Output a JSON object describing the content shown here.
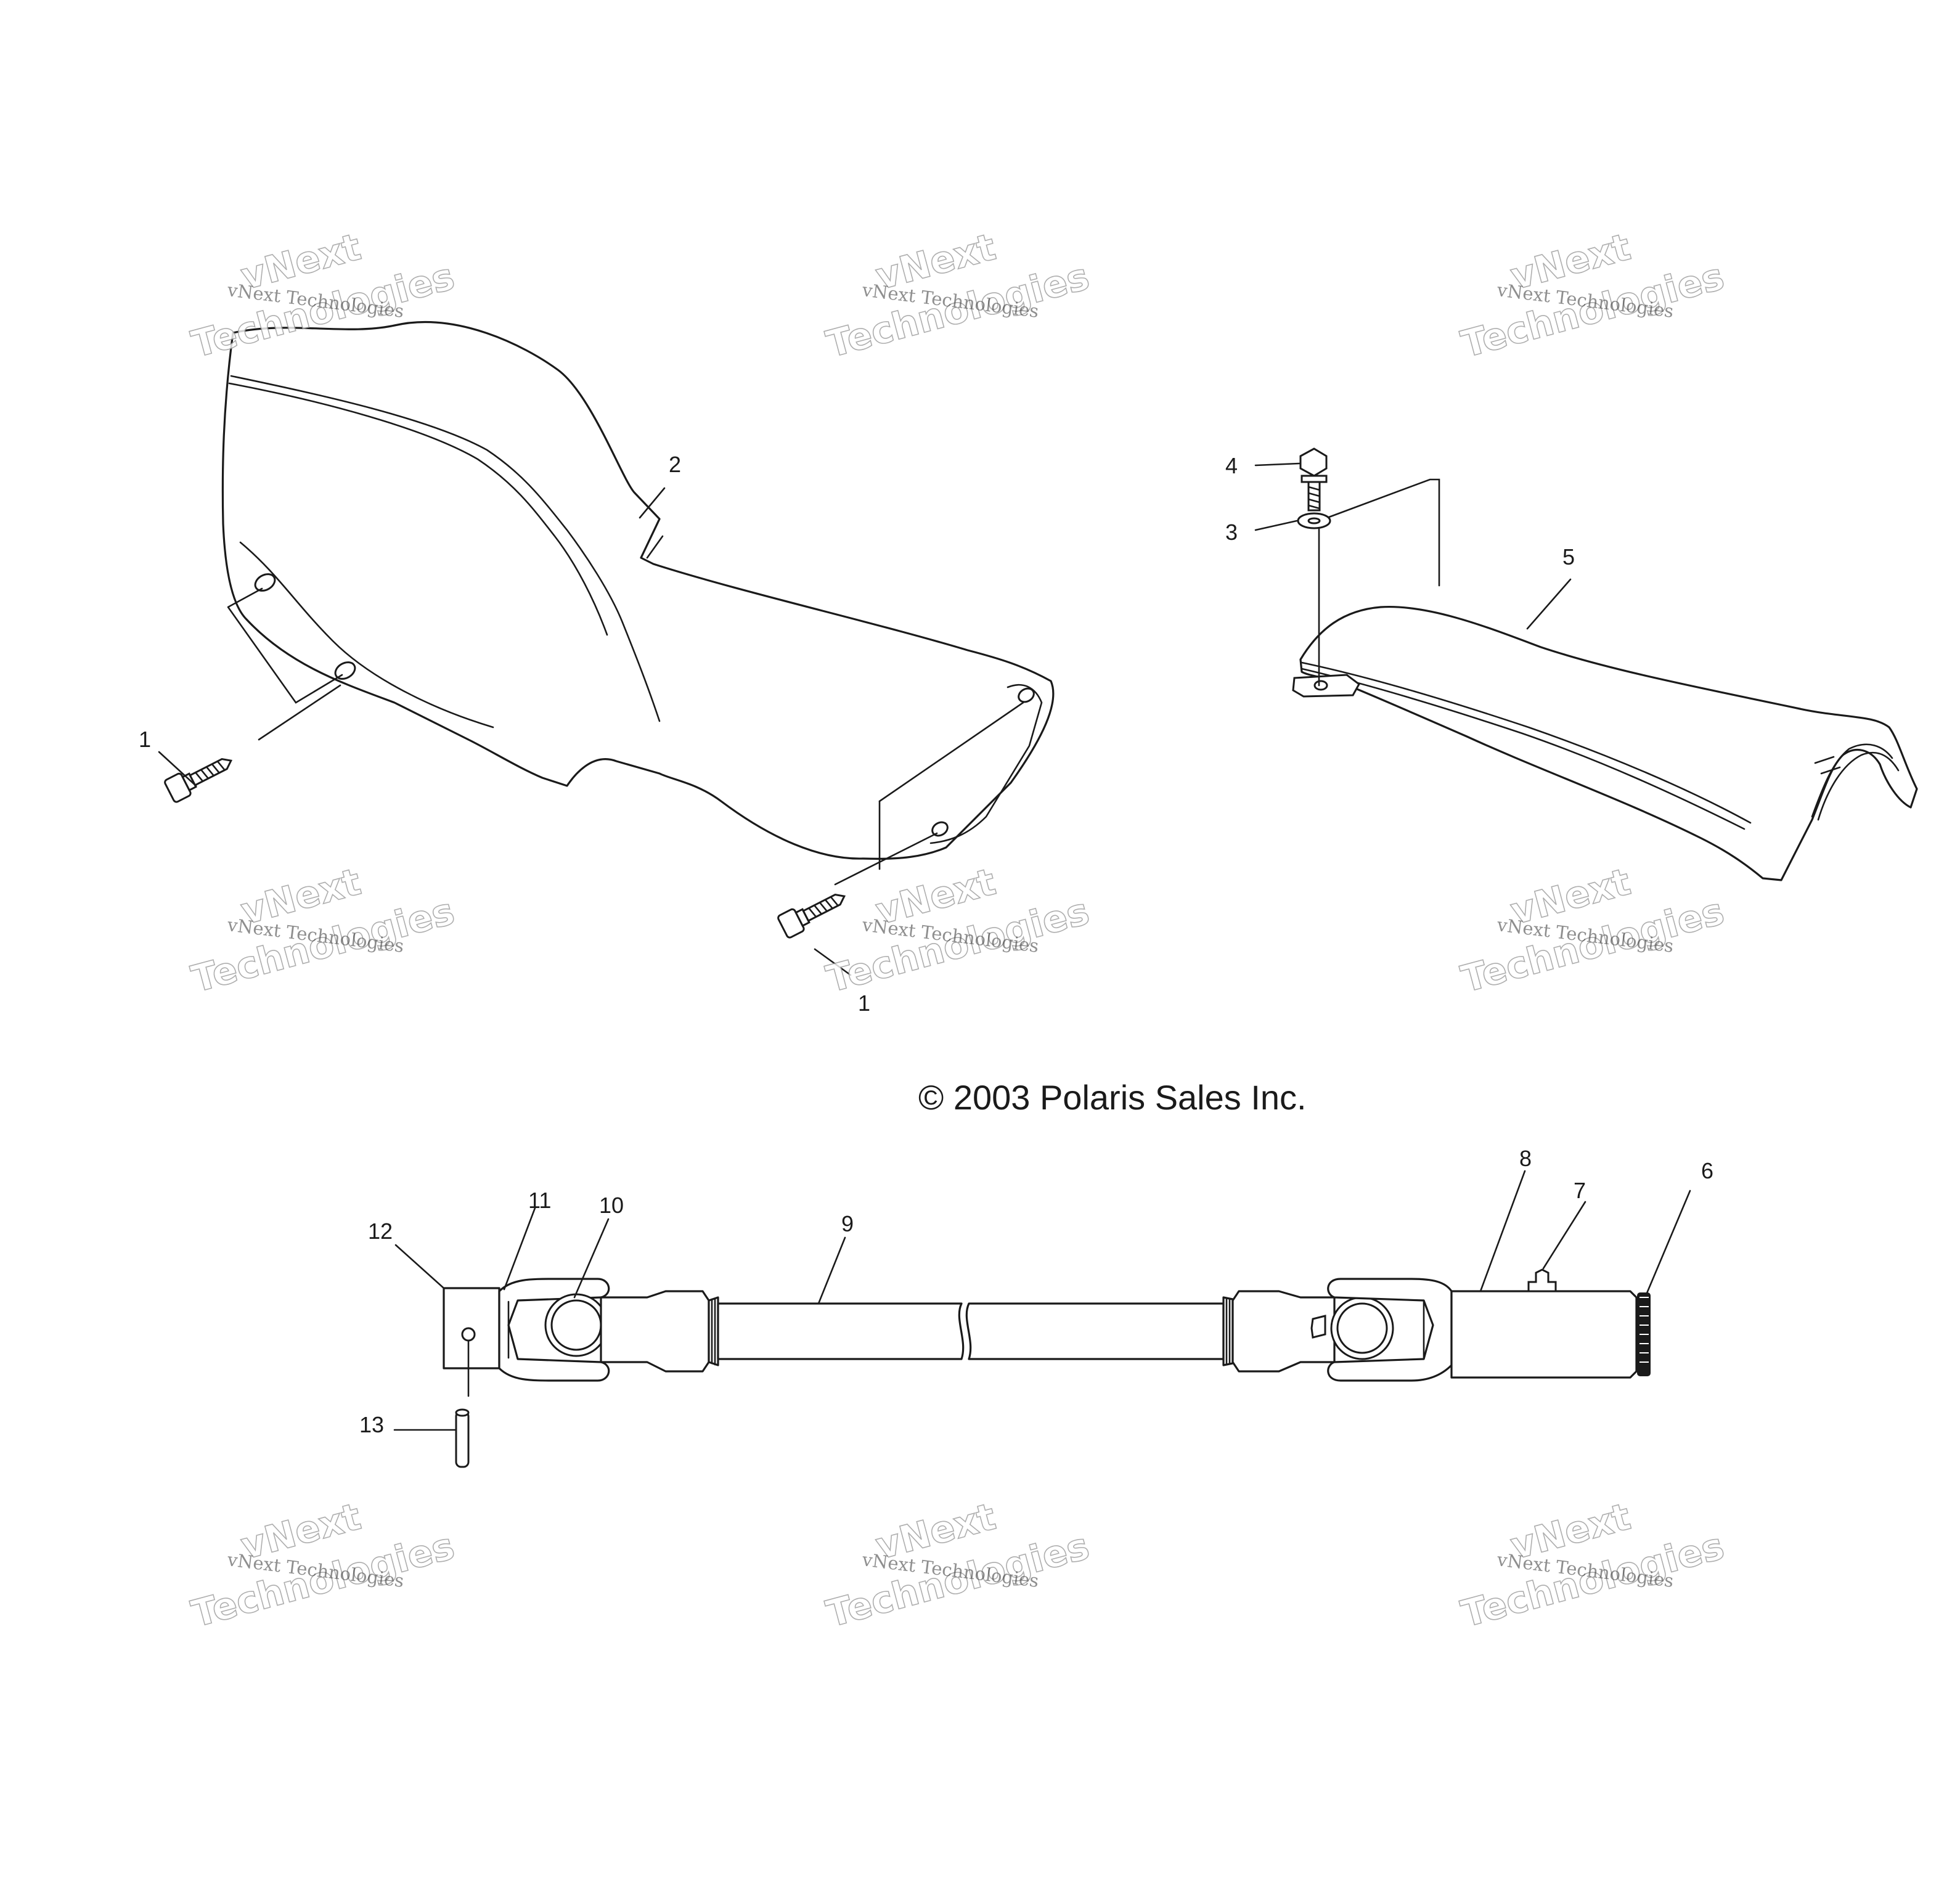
{
  "copyright": "© 2003 Polaris Sales Inc.",
  "callouts": {
    "c1_left": "1",
    "c1_bottom": "1",
    "c2": "2",
    "c3": "3",
    "c4": "4",
    "c5": "5",
    "c6": "6",
    "c7": "7",
    "c8": "8",
    "c9": "9",
    "c10": "10",
    "c11": "11",
    "c12": "12",
    "c13": "13"
  },
  "watermark": {
    "line1": "vNext Technologies",
    "big1": "vNext",
    "big2": "Technologies"
  }
}
